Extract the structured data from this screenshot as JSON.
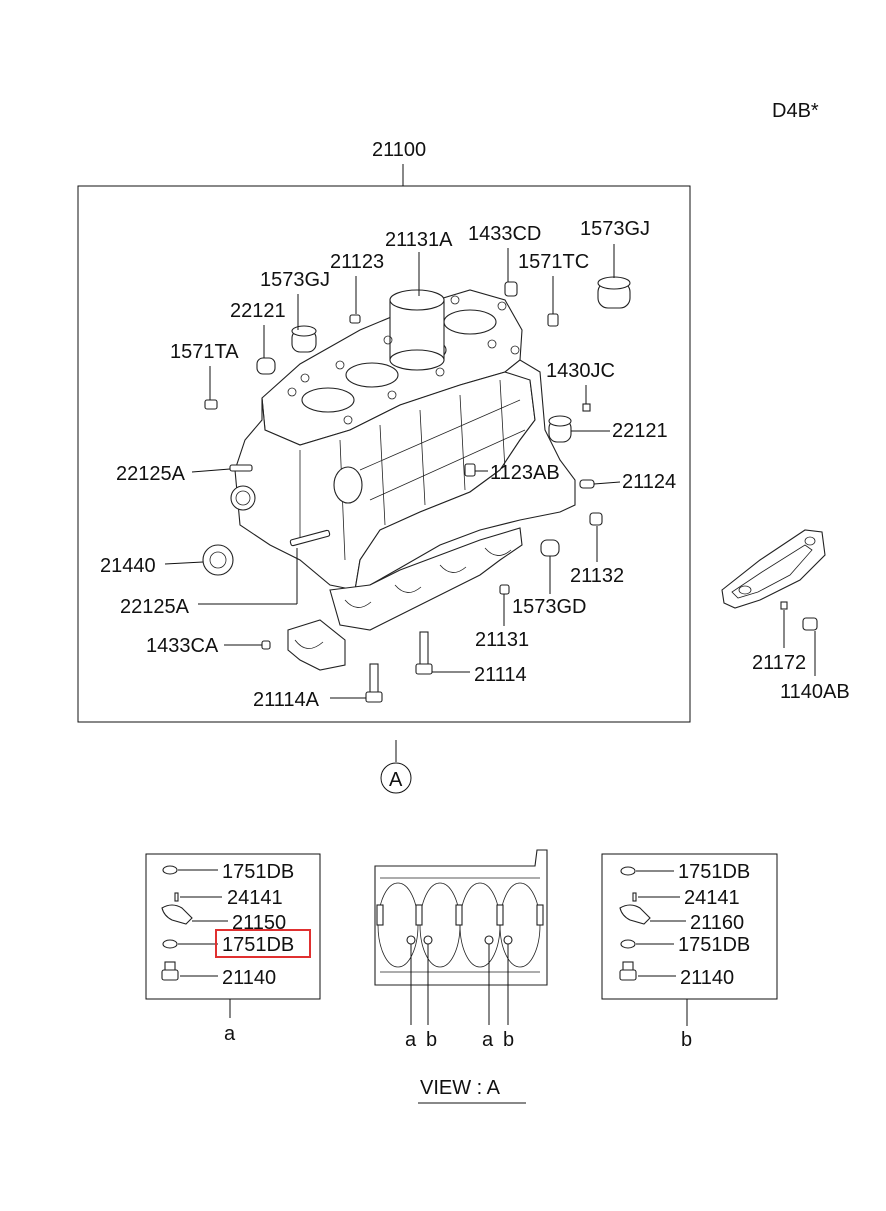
{
  "header": {
    "model": "D4B*"
  },
  "main": {
    "assembly_number": "21100",
    "callouts": [
      "21131A",
      "1433CD",
      "1573GJ",
      "21123",
      "1573GJ",
      "1571TC",
      "22121",
      "1571TA",
      "1430JC",
      "22121",
      "22125A",
      "1123AB",
      "21124",
      "21440",
      "21132",
      "22125A",
      "1573GD",
      "1433CA",
      "21131",
      "21114",
      "21114A"
    ],
    "view_marker": "A"
  },
  "side": {
    "callouts": [
      "21172",
      "1140AB"
    ]
  },
  "detail_a": {
    "items": [
      "1751DB",
      "24141",
      "21150",
      "1751DB",
      "21140"
    ],
    "highlighted_index": 3,
    "caption": "a"
  },
  "view_a": {
    "markers": [
      "a",
      "b",
      "a",
      "b"
    ],
    "caption": "VIEW : A"
  },
  "detail_b": {
    "items": [
      "1751DB",
      "24141",
      "21160",
      "1751DB",
      "21140"
    ],
    "caption": "b"
  },
  "colors": {
    "highlight": "#e03030",
    "ink": "#111111"
  }
}
